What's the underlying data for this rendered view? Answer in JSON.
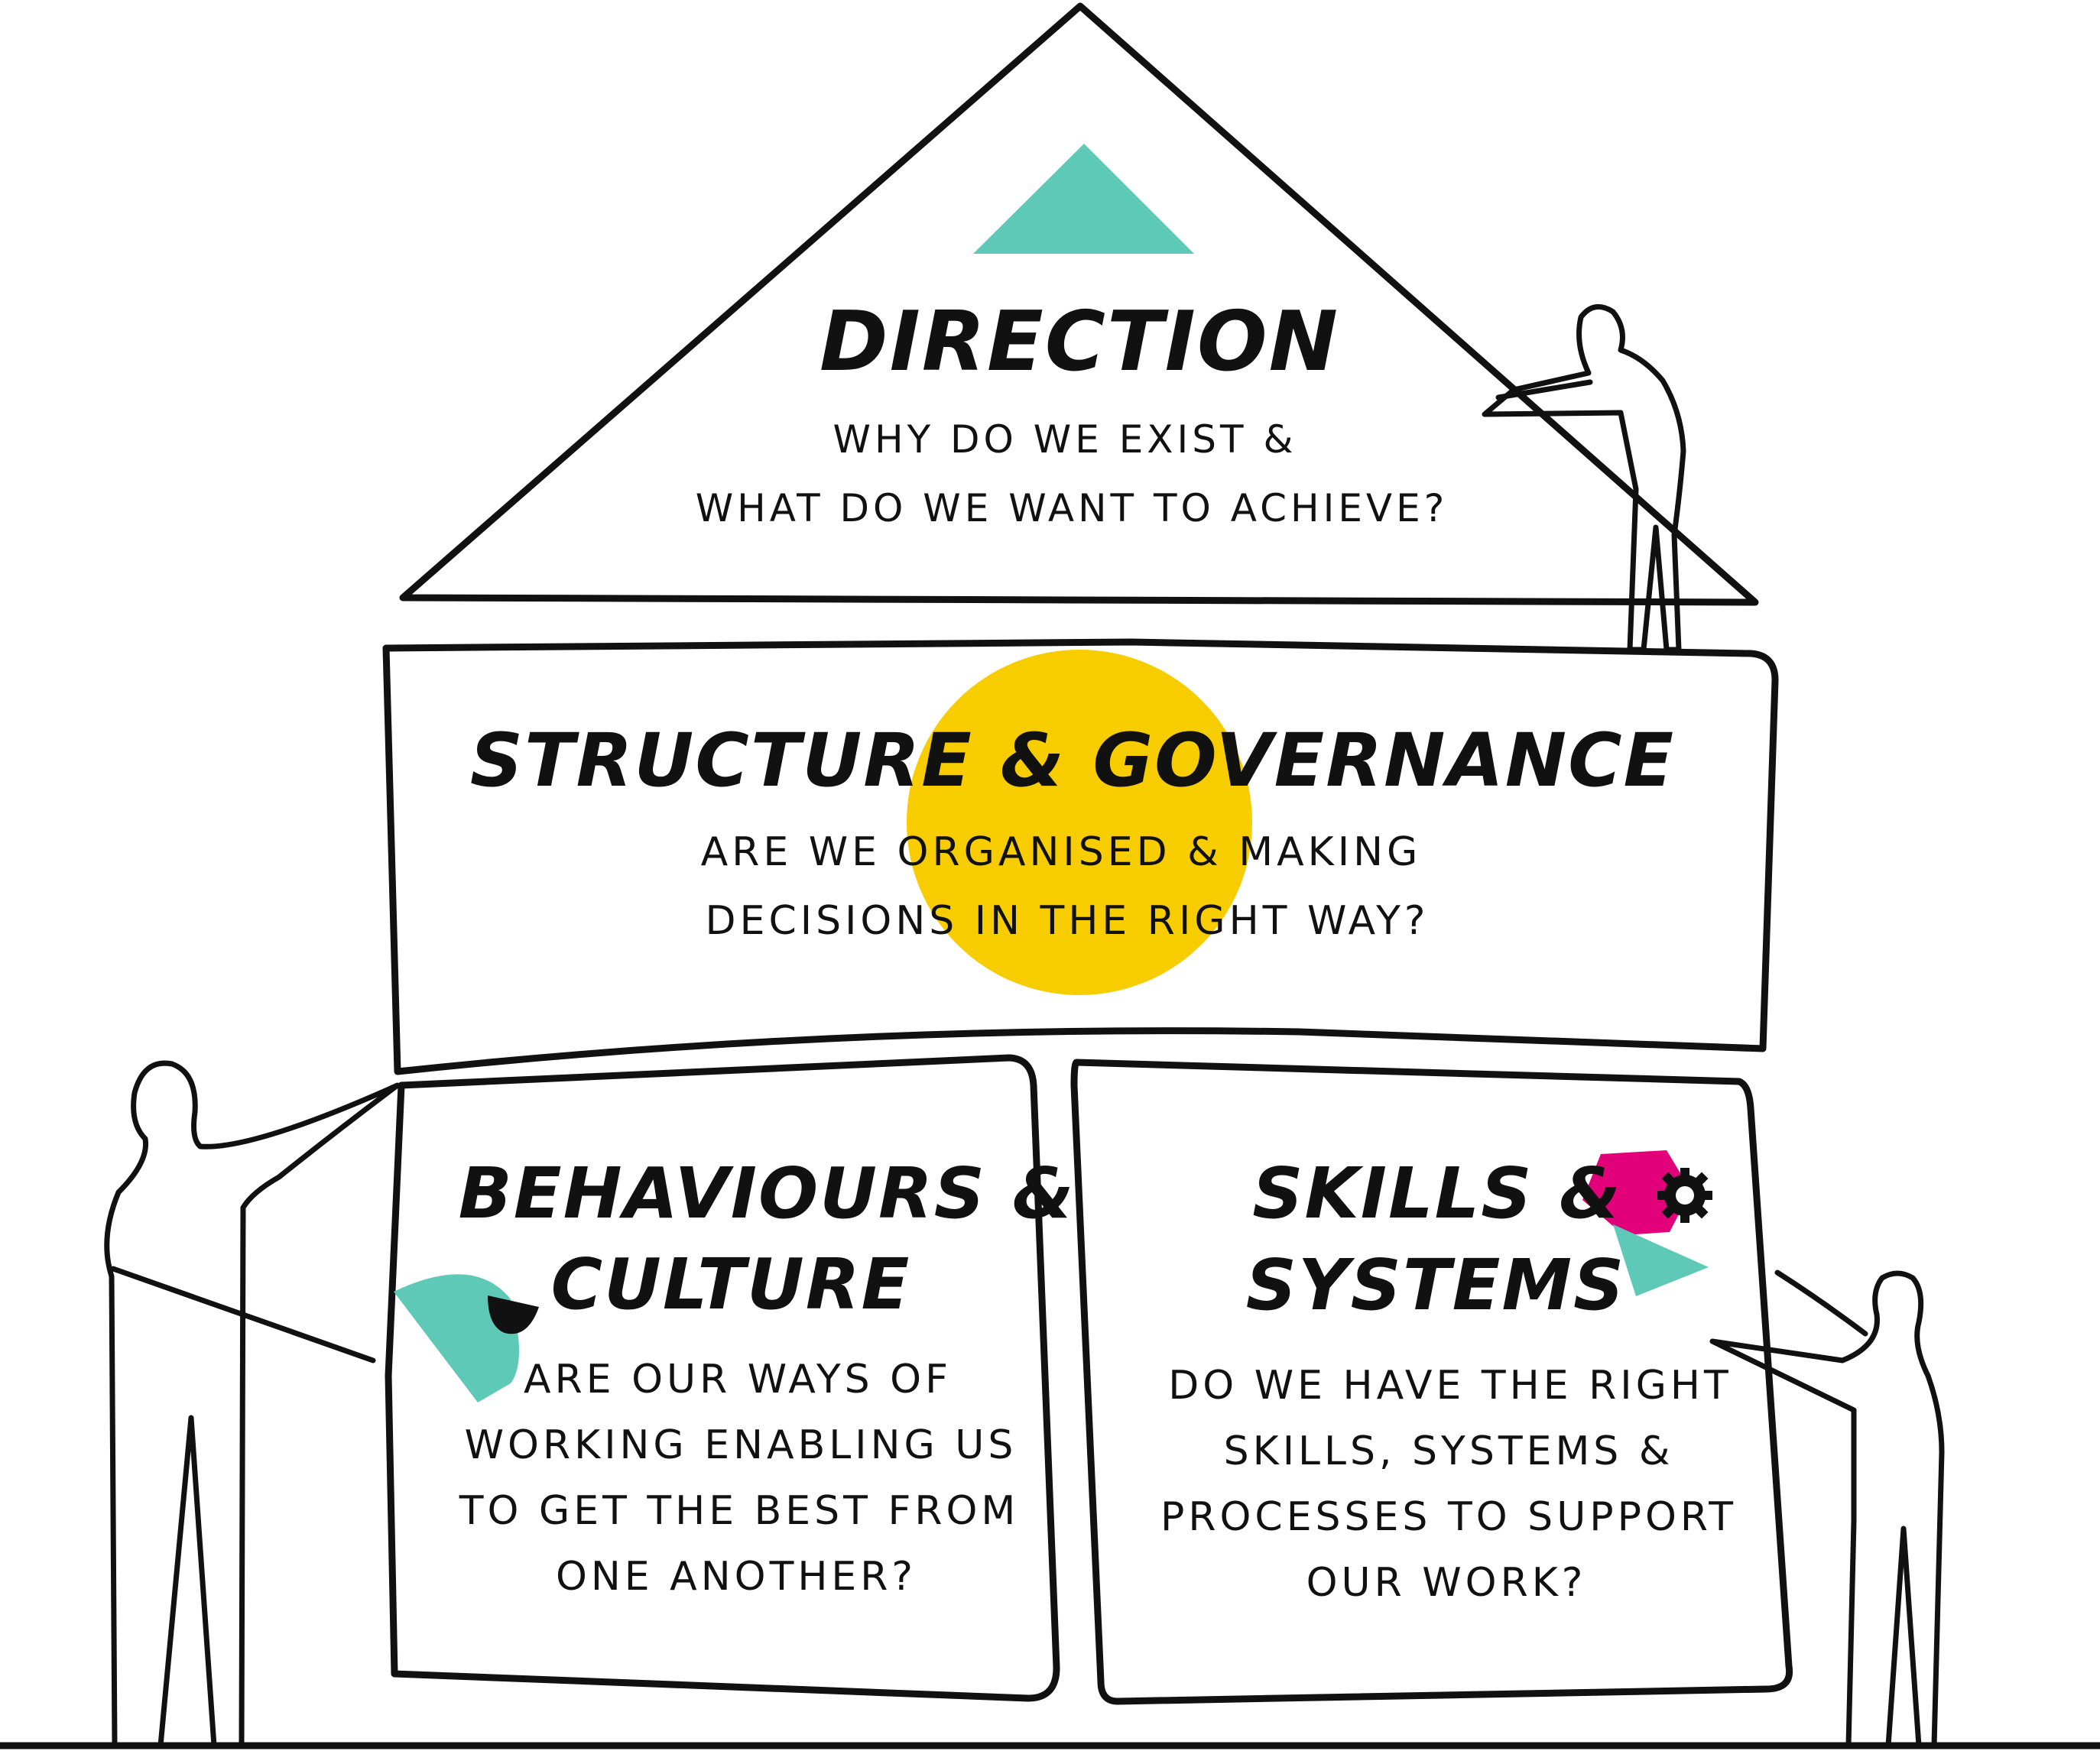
{
  "colors": {
    "teal": "#5fc9b7",
    "yellow": "#f7cd00",
    "magenta": "#e2007a",
    "ink": "#111111"
  },
  "sections": {
    "direction": {
      "title": "DIRECTION",
      "question_line1": "WHY DO WE EXIST &",
      "question_line2": "WHAT DO WE WANT TO ACHIEVE?",
      "icon": "teal-triangle-icon"
    },
    "structure": {
      "title": "STRUCTURE & GOVERNANCE",
      "question_line1": "ARE WE ORGANISED & MAKING",
      "question_line2": "DECISIONS IN THE RIGHT WAY?",
      "icon": "yellow-circle-icon"
    },
    "behaviours": {
      "title_line1": "BEHAVIOURS &",
      "title_line2": "CULTURE",
      "question_line1": "ARE OUR WAYS OF",
      "question_line2": "WORKING ENABLING US",
      "question_line3": "TO GET THE BEST FROM",
      "question_line4": "ONE ANOTHER?",
      "icon": "teal-wedge-eye-icon"
    },
    "skills": {
      "title_line1": "SKILLS &",
      "title_line2": "SYSTEMS",
      "question_line1": "DO WE HAVE THE RIGHT",
      "question_line2": "SKILLS, SYSTEMS &",
      "question_line3": "PROCESSES TO SUPPORT",
      "question_line4": "OUR WORK?",
      "icon": "hexagon-gear-triangle-icon"
    }
  }
}
